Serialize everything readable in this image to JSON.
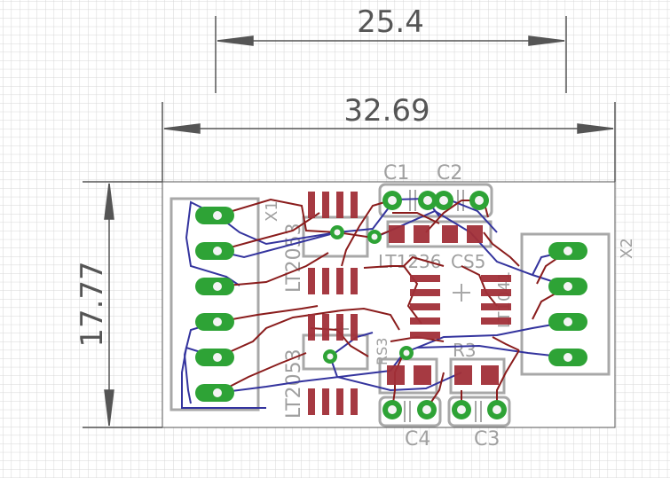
{
  "dimensions": {
    "top": "25.4",
    "width": "32.69",
    "height": "17.77"
  },
  "parts": {
    "c1": "C1",
    "c2": "C2",
    "c3": "C3",
    "c4": "C4",
    "r3": "R3",
    "x1": "X1",
    "x2": "X2",
    "ic1": "LT2053",
    "ic2": "LT2053",
    "ic3": "LT1236",
    "ic4": "CS5",
    "ic5": "LT1041",
    "ic6": "RS3"
  },
  "colors": {
    "grid": "#d2d2d2",
    "top_copper": "#8b1a1a",
    "bottom_copper": "#2e2e9c",
    "pad": "#2fa636",
    "silkscreen": "#a0a0a0",
    "dimension": "#555555",
    "smd_pad": "#9c2a2e"
  }
}
